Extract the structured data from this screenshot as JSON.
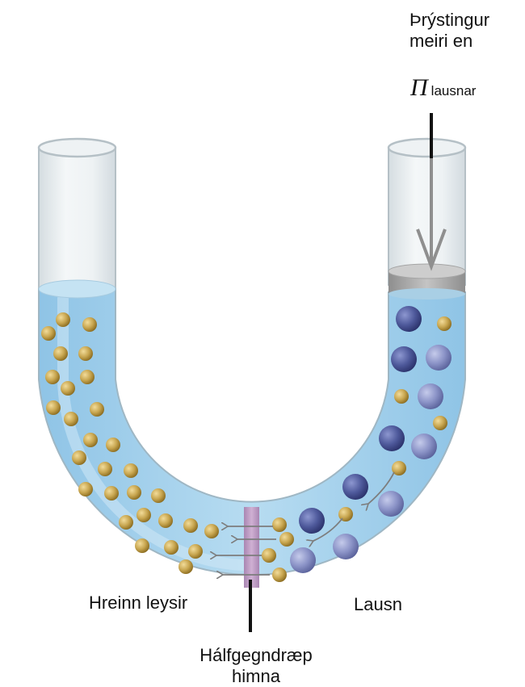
{
  "labels": {
    "pressure_line1": "Þrýstingur",
    "pressure_line2": "meiri en",
    "pi_symbol": "Π",
    "pi_subscript": "lausnar",
    "pure_solvent": "Hreinn leysir",
    "solution": "Lausn",
    "membrane_line1": "Hálfgegndræp",
    "membrane_line2": "himna"
  },
  "colors": {
    "liquid": "#a9d3ec",
    "glass": "#e6ecef",
    "tube_outline": "#b5c0c6",
    "solvent_particle": "#c8a650",
    "solute_particle": "#5c66a8",
    "membrane": "#b896be",
    "piston": "#a2a2a2",
    "arrow": "#7d7d7d",
    "text": "#111111"
  }
}
